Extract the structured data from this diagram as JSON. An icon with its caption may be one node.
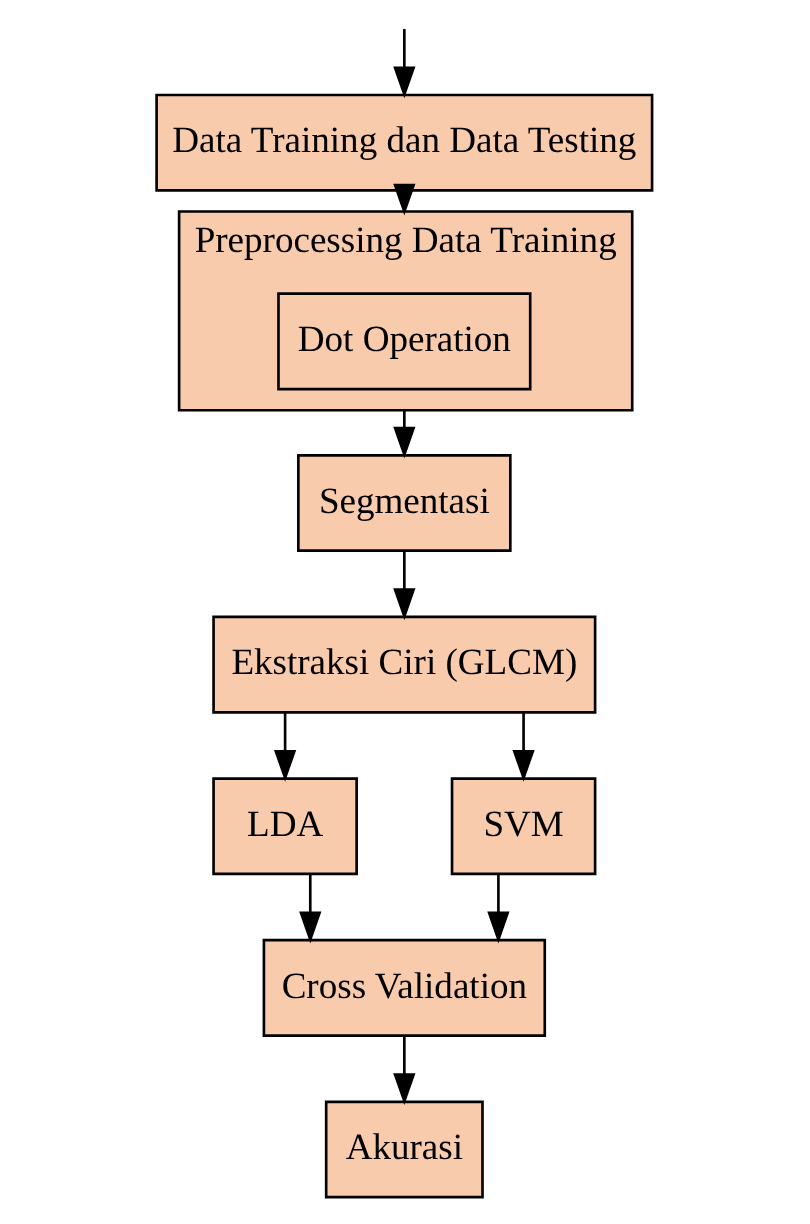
{
  "diagram": {
    "nodes": [
      {
        "text": [
          "Data Training dan Data Testing"
        ]
      },
      {
        "text": [
          "Preprocessing Data Training"
        ]
      },
      {
        "text": [
          "Dot Operation"
        ],
        "in": 1
      },
      {
        "text": [
          "Segmentasi"
        ]
      },
      {
        "text": [
          "Ekstraksi Ciri (GLCM)"
        ]
      },
      {
        "text": [
          "LDA"
        ]
      },
      {
        "text": [
          "SVM"
        ]
      },
      {
        "text": [
          "Cross Validation"
        ]
      },
      {
        "text": [
          "Akurasi"
        ]
      }
    ],
    "edges": [
      {
        "from": null,
        "to": 0,
        "arrow": "to"
      },
      {
        "from": 0,
        "to": 1,
        "arrow": "to"
      },
      {
        "from": 1,
        "to": 3,
        "arrow": "to"
      },
      {
        "from": 3,
        "to": 4,
        "arrow": "to"
      },
      {
        "from": 4,
        "to": 5,
        "arrow": "to"
      },
      {
        "from": 4,
        "to": 6,
        "arrow": "to"
      },
      {
        "from": 5,
        "to": 7,
        "arrow": "to"
      },
      {
        "from": 6,
        "to": 7,
        "arrow": "to"
      },
      {
        "from": 7,
        "to": 8,
        "arrow": "to"
      }
    ]
  }
}
